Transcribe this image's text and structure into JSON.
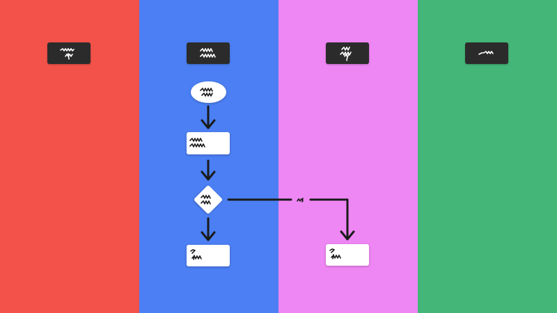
{
  "colors": {
    "lane_1": "#f25249",
    "lane_2": "#4b7ff3",
    "lane_3": "#ee86f3",
    "lane_4": "#44b678",
    "header_box": "#2b2b2b",
    "node_fill": "#ffffff",
    "connector": "#1a1a1a"
  },
  "lanes": [
    {
      "header_text": ""
    },
    {
      "header_text": ""
    },
    {
      "header_text": ""
    },
    {
      "header_text": ""
    }
  ],
  "nodes": {
    "start": {
      "shape": "ellipse",
      "text": ""
    },
    "process": {
      "shape": "rectangle",
      "text": ""
    },
    "decision": {
      "shape": "diamond",
      "text": ""
    },
    "end_left": {
      "shape": "rectangle",
      "text": ""
    },
    "end_right": {
      "shape": "rectangle",
      "text": ""
    }
  },
  "edges": [
    {
      "from": "start",
      "to": "process",
      "label": ""
    },
    {
      "from": "process",
      "to": "decision",
      "label": ""
    },
    {
      "from": "decision",
      "to": "end_left",
      "label": ""
    },
    {
      "from": "decision",
      "to": "end_right",
      "label": ""
    }
  ]
}
